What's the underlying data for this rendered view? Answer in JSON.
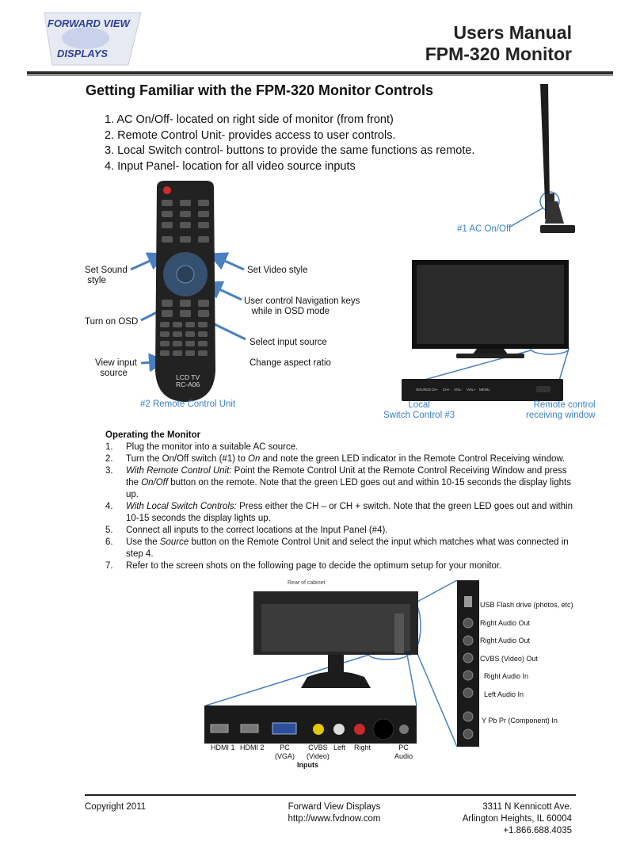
{
  "header": {
    "logo_text": "FORWARD VIEW DISPLAYS",
    "title_line1": "Users Manual",
    "title_line2": "FPM-320 Monitor"
  },
  "section_title": "Getting Familiar with the FPM-320 Monitor Controls",
  "controls": [
    "1. AC On/Off- located on right side of monitor (from front)",
    "2. Remote Control Unit- provides access to user controls.",
    "3. Local Switch control- buttons to provide the same functions as remote.",
    "4. Input Panel- location for all video source inputs"
  ],
  "remote": {
    "brand_line1": "LCD TV",
    "brand_line2": "RC-A06",
    "caption": "#2 Remote Control Unit",
    "callouts": {
      "set_sound_style": "Set Sound\n style",
      "set_video_style": "Set Video style",
      "navigation_keys": "User control Navigation keys\n   while in OSD mode",
      "turn_on_osd": "Turn on OSD",
      "select_input_source": "Select input source",
      "view_input_source": "View input\n  source",
      "change_aspect_ratio": "Change aspect ratio"
    }
  },
  "monitor": {
    "ac_label": "#1 AC On/Off",
    "local_switch_label": "Local\nSwitch Control #3",
    "remote_window_label": "Remote control\nreceiving window",
    "switch_buttons": [
      "SOURCE",
      "CH-",
      "CH+",
      "VOL-",
      "VOL+",
      "MENU"
    ]
  },
  "operating": {
    "title": "Operating the Monitor",
    "steps": [
      {
        "num": "1.",
        "html": "Plug the monitor into a suitable AC source."
      },
      {
        "num": "2.",
        "html": "Turn the On/Off switch (#1) to <i>On</i> and note the green LED indicator in the Remote Control Receiving window."
      },
      {
        "num": "3.",
        "html": "<i>With Remote Control Unit:</i> Point the Remote Control Unit at the Remote Control Receiving Window and press the <i>On/Off</i> button on the remote. Note that the green LED goes out and within 10-15 seconds the display lights up."
      },
      {
        "num": "4.",
        "html": "<i>With Local Switch Controls:</i> Press either the CH – or CH + switch. Note that the green LED goes out and within 10-15 seconds the display lights up."
      },
      {
        "num": "5.",
        "html": "Connect all inputs to the correct locations at the Input Panel (#4)."
      },
      {
        "num": "6.",
        "html": "Use the <i>Source</i> button on the Remote Control Unit and select the input which matches what was connected in step 4."
      },
      {
        "num": "7.",
        "html": "Refer to the screen shots on the following page to decide the optimum setup for your monitor."
      }
    ]
  },
  "rear": {
    "caption": "Rear of cabinet",
    "bottom_inputs": [
      {
        "label": "HDMI 1"
      },
      {
        "label": "HDMI 2"
      },
      {
        "label": "PC\n(VGA)"
      },
      {
        "label": "CVBS\n(Video)"
      },
      {
        "label": "Left"
      },
      {
        "label": "Right"
      },
      {
        "label": "PC\nAudio"
      }
    ],
    "inputs_title": "Inputs",
    "side_ports": [
      "USB Flash drive (photos, etc)",
      "Right Audio Out",
      "Right Audio Out",
      "CVBS (Video) Out",
      "Right Audio In",
      "Left Audio In",
      "Y Pb Pr (Component) In"
    ]
  },
  "footer": {
    "copyright": "Copyright 2011",
    "company": "Forward View Displays",
    "url": "http://www.fvdnow.com",
    "address1": "3311 N Kennicott Ave.",
    "address2": "Arlington Heights, IL 60004",
    "phone": "+1.866.688.4035"
  },
  "colors": {
    "accent_blue": "#3b80c8",
    "arrow_blue": "#4a7fc1"
  }
}
